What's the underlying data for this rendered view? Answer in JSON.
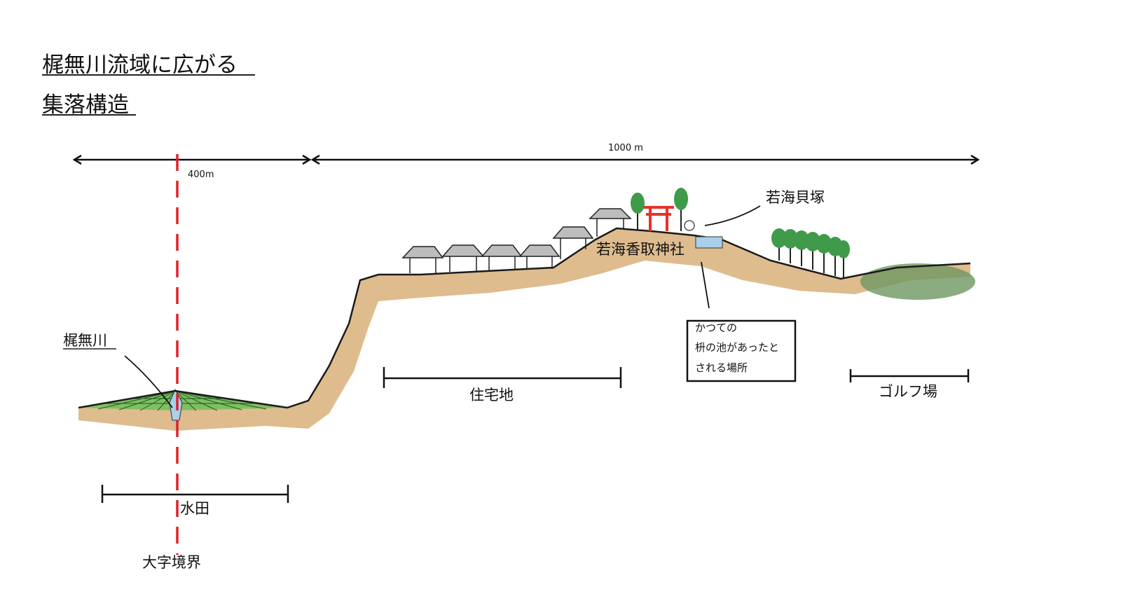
{
  "title": {
    "line1": "梶無川流域に広がる",
    "line2": "集落構造"
  },
  "scale": {
    "left": "400m",
    "right": "1000 m"
  },
  "labels": {
    "river": "梶無川",
    "paddy": "水田",
    "boundary": "大字境界",
    "residential": "住宅地",
    "shrine": "若海香取神社",
    "shell_mound": "若海貝塚",
    "golf": "ゴルフ場"
  },
  "note_box": {
    "lines": [
      "かつての",
      "枡の池があったと",
      "される場所"
    ]
  },
  "colors": {
    "soil": "#d8b07a",
    "ground_line": "#1a1a1a",
    "boundary": "#e0202a",
    "paddy": "#6fbf5a",
    "river": "#a8d0ea",
    "tree": "#3f9a4a",
    "torii": "#e8322a",
    "golf": "#6e9662",
    "house_roof": "#bdbdbd"
  }
}
